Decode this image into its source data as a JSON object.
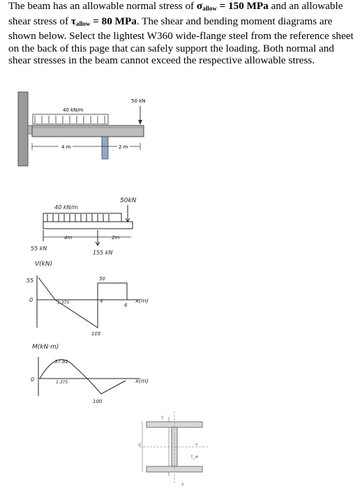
{
  "problem": {
    "p1": "The beam has an allowable normal stress of ",
    "sigma": "σ",
    "sigma_sub": "allow",
    "sigma_val": " = 150 MPa",
    "p2": " and an allowable shear stress of ",
    "tau": "τ",
    "tau_sub": "allow",
    "tau_val": " = 80 MPa",
    "p3": ". The shear and bending moment diagrams are shown below. Select the lightest W360 wide-flange steel from the reference sheet on the back of this page that can safely support the loading. Both normal and shear stresses in the beam cannot exceed the respective allowable stress."
  },
  "beam_figure": {
    "dist_load": "40 kN/m",
    "point_load": "50 kN",
    "len_left": "4 m",
    "len_right": "2 m"
  },
  "sketch": {
    "point_load": "50kN",
    "dist_load": "40 kN/m",
    "len_left": "4m",
    "len_right": "2m",
    "reaction_left": "55 kN",
    "reaction_right": "155 kN",
    "shear_label": "V(kN)",
    "shear_55": "55",
    "shear_zero": "0",
    "shear_x0": "1.375",
    "shear_50": "50",
    "shear_4": "4",
    "shear_6": "6",
    "shear_neg105": "105",
    "shear_axis": "x(m)",
    "moment_label": "M(kN·m)",
    "moment_max": "37.81",
    "moment_x": "1.375",
    "moment_zero": "0",
    "moment_min": "100",
    "moment_axis": "x(m)"
  },
  "section": {
    "y_top": "y",
    "d": "d",
    "x_axis": "x",
    "t_w": "t_w",
    "y_bottom": "y"
  }
}
